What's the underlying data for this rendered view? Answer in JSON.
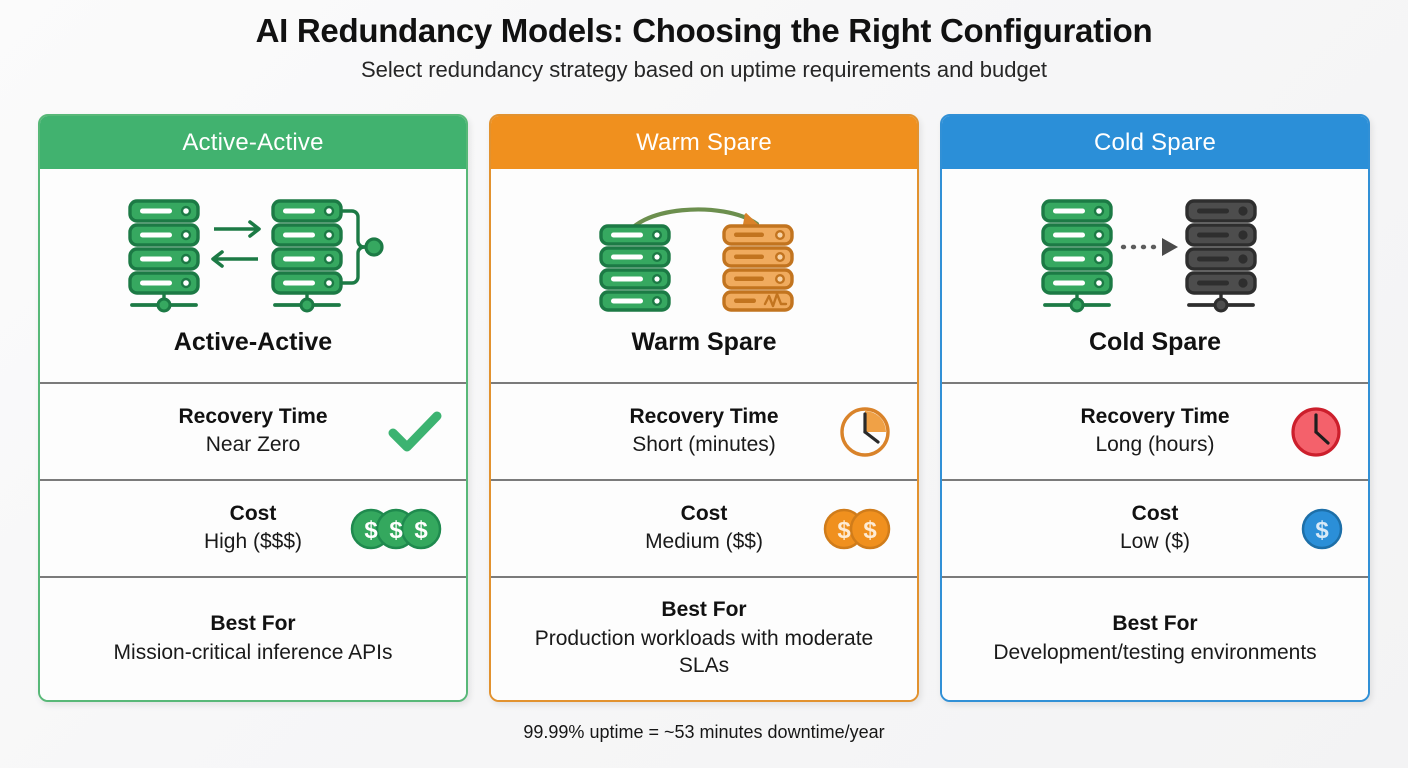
{
  "header": {
    "title": "AI Redundancy Models: Choosing the Right Configuration",
    "subtitle": "Select redundancy strategy based on uptime requirements and budget"
  },
  "colors": {
    "green": "#41b26f",
    "orange": "#f0901e",
    "blue": "#2b8fd8",
    "red": "#ef4450",
    "gray": "#4a4a4a",
    "divider": "#7b7b7b",
    "page_background": "#f7f7f8"
  },
  "cards": [
    {
      "header_label": "Active-Active",
      "accent": "#41b26f",
      "diagram_icon": "two-active-servers-bidirectional-icon",
      "model_name": "Active-Active",
      "rows": [
        {
          "label": "Recovery Time",
          "value": "Near Zero",
          "icon": "check-icon",
          "icon_color": "#3cb371"
        },
        {
          "label": "Cost",
          "value": "High ($$$)",
          "icon": "three-coins-icon",
          "icon_color": "#3cb371"
        }
      ],
      "best": {
        "label": "Best For",
        "value": "Mission-critical inference APIs"
      }
    },
    {
      "header_label": "Warm Spare",
      "accent": "#f0901e",
      "diagram_icon": "active-to-standby-server-arrow-icon",
      "model_name": "Warm Spare",
      "rows": [
        {
          "label": "Recovery Time",
          "value": "Short (minutes)",
          "icon": "clock-outline-icon",
          "icon_color": "#d9832a"
        },
        {
          "label": "Cost",
          "value": "Medium ($$)",
          "icon": "two-coins-icon",
          "icon_color": "#f0901e"
        }
      ],
      "best": {
        "label": "Best For",
        "value": "Production workloads with moderate SLAs"
      }
    },
    {
      "header_label": "Cold Spare",
      "accent": "#2b8fd8",
      "diagram_icon": "active-to-offline-server-dotted-arrow-icon",
      "model_name": "Cold Spare",
      "rows": [
        {
          "label": "Recovery Time",
          "value": "Long (hours)",
          "icon": "clock-filled-icon",
          "icon_color": "#ef4450"
        },
        {
          "label": "Cost",
          "value": "Low ($)",
          "icon": "one-coin-icon",
          "icon_color": "#2b8fd8"
        }
      ],
      "best": {
        "label": "Best For",
        "value": "Development/testing environments"
      }
    }
  ],
  "footnote": "99.99% uptime = ~53 minutes downtime/year"
}
